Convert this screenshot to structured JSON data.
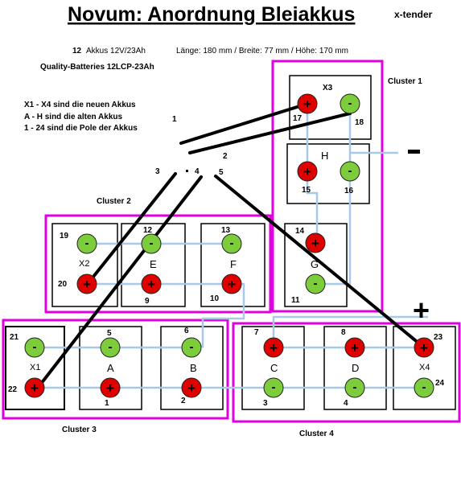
{
  "header": {
    "title": "Novum: Anordnung Bleiakkus",
    "tag": "x-tender",
    "count": "12",
    "akkus": "Akkus 12V/23Ah",
    "dims": "Länge: 180 mm / Breite: 77 mm / Höhe: 170 mm",
    "brand": "Quality-Batteries 12LCP-23Ah"
  },
  "legend": {
    "line1": "X1 - X4 sind die neuen Akkus",
    "line2": "A - H sind die alten Akkus",
    "line3": "1 - 24 sind die Pole der Akkus"
  },
  "clusters": {
    "c1": "Cluster 1",
    "c2": "Cluster 2",
    "c3": "Cluster 3",
    "c4": "Cluster 4"
  },
  "batteries": {
    "X3": "X3",
    "H": "H",
    "G": "G",
    "X2": "X2",
    "E": "E",
    "F": "F",
    "X1": "X1",
    "A": "A",
    "B": "B",
    "C": "C",
    "D": "D",
    "X4": "X4"
  },
  "poles": {
    "p1": "1",
    "p2": "2",
    "p3": "3",
    "p4": "4",
    "p5": "5",
    "p6": "6",
    "p7": "7",
    "p8": "8",
    "p9": "9",
    "p10": "10",
    "p11": "11",
    "p12": "12",
    "p13": "13",
    "p14": "14",
    "p15": "15",
    "p16": "16",
    "p17": "17",
    "p18": "18",
    "p19": "19",
    "p20": "20",
    "p21": "21",
    "p22": "22",
    "p23": "23",
    "p24": "24"
  },
  "wire_ends": {
    "w1": "1",
    "w2": "2",
    "w3": "3",
    "w4": "4",
    "w5": "5"
  },
  "terminals": {
    "minus": "-",
    "plus": "+"
  },
  "pole_signs": {
    "plus": "+",
    "minus": "-"
  },
  "colors": {
    "cluster_frame": "#e000e0",
    "positive": "#e00000",
    "negative": "#7ccc3c",
    "cable": "#a8c8e8",
    "wire": "#000000"
  }
}
